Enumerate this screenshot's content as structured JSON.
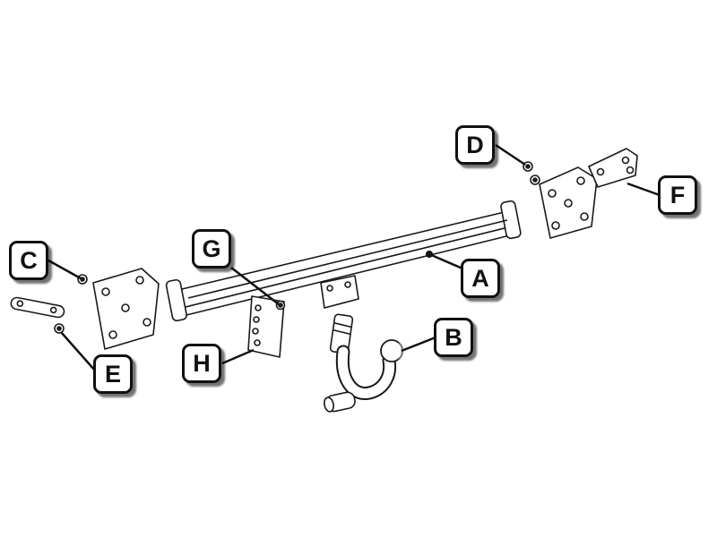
{
  "diagram": {
    "background_color": "#ffffff",
    "line_color": "#1a1a1a",
    "label_border_color": "#111111",
    "labels": [
      {
        "letter": "A"
      },
      {
        "letter": "B"
      },
      {
        "letter": "C"
      },
      {
        "letter": "D"
      },
      {
        "letter": "E"
      },
      {
        "letter": "F"
      },
      {
        "letter": "G"
      },
      {
        "letter": "H"
      }
    ]
  }
}
